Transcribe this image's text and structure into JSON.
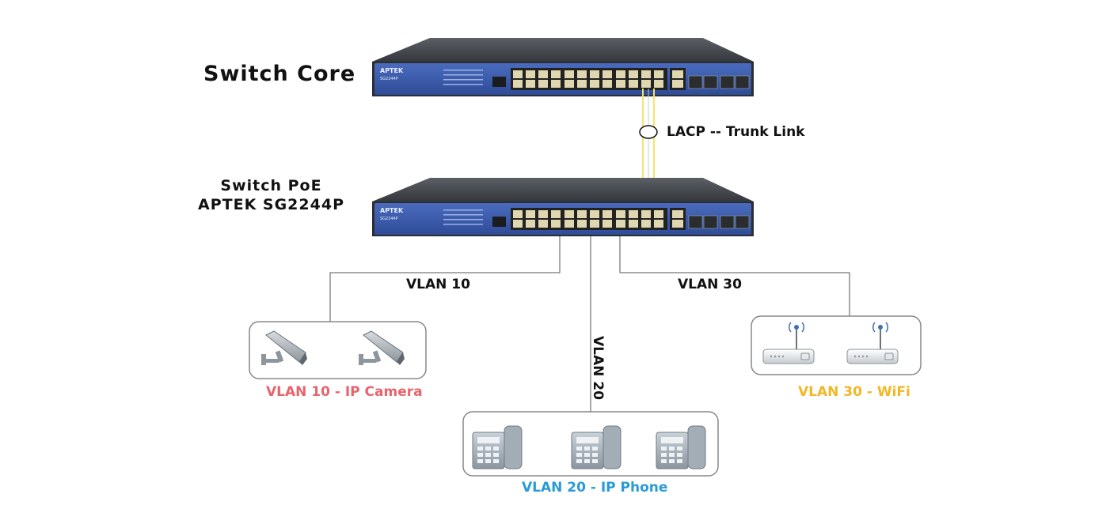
{
  "core_switch": {
    "title": "Switch Core",
    "brand": "APTEK",
    "model": "SG2244P"
  },
  "poe_switch": {
    "title_line1": "Switch PoE",
    "title_line2": "APTEK SG2244P",
    "brand": "APTEK",
    "model": "SG2244P"
  },
  "trunk": {
    "label": "LACP -- Trunk Link"
  },
  "vlans": {
    "vlan10": {
      "label": "VLAN 10",
      "caption": "VLAN 10 - IP Camera",
      "device": "ip-camera",
      "count": 2
    },
    "vlan20": {
      "label": "VLAN 20",
      "caption": "VLAN 20 - IP Phone",
      "device": "ip-phone",
      "count": 3
    },
    "vlan30": {
      "label": "VLAN 30",
      "caption": "VLAN 30 - WiFi",
      "device": "wifi-access-point",
      "count": 2
    }
  },
  "colors": {
    "vlan10": "#e8636c",
    "vlan20": "#2a9bd6",
    "vlan30": "#f3b725",
    "switch_face": "#3f5fae",
    "switch_body": "#3a3d42",
    "trunk": "#f5e56a"
  }
}
